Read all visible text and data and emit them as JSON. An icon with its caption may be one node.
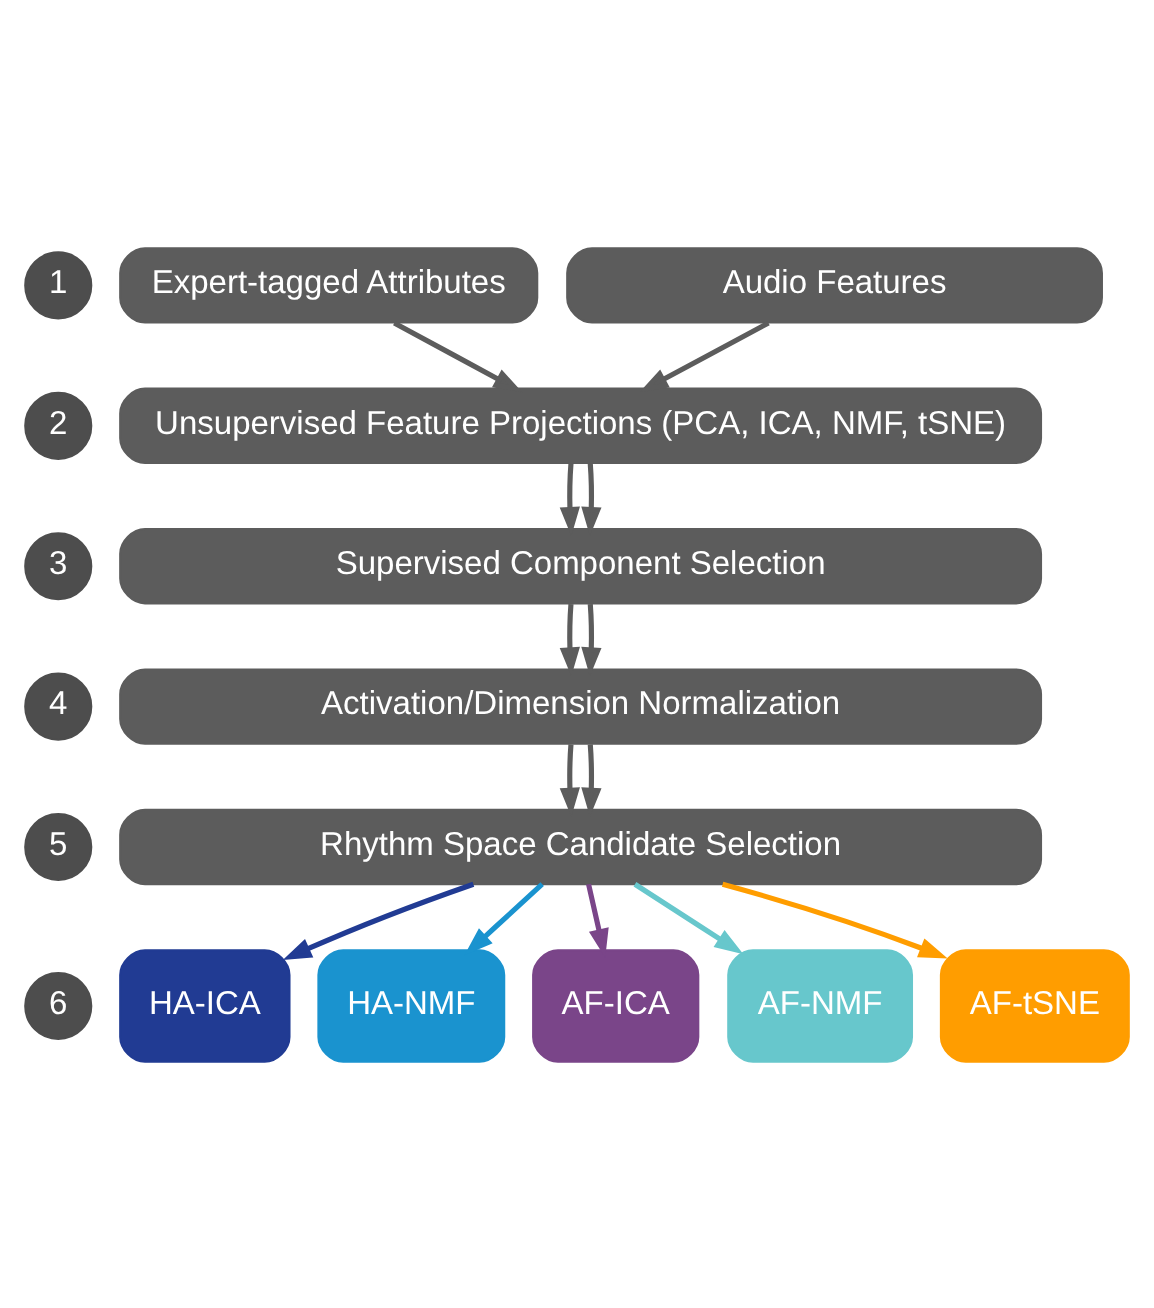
{
  "diagram": {
    "nodes": [
      {
        "text": [
          "1"
        ]
      },
      {
        "text": [
          "Expert-tagged Attributes"
        ]
      },
      {
        "text": [
          "Audio Features"
        ]
      },
      {
        "text": [
          "2"
        ]
      },
      {
        "text": [
          "Unsupervised Feature Projections (PCA, ICA, NMF, tSNE)"
        ]
      },
      {
        "text": [
          "3"
        ]
      },
      {
        "text": [
          "Supervised Component Selection"
        ]
      },
      {
        "text": [
          "4"
        ]
      },
      {
        "text": [
          "Activation/Dimension Normalization"
        ]
      },
      {
        "text": [
          "5"
        ]
      },
      {
        "text": [
          "Rhythm Space Candidate Selection"
        ]
      },
      {
        "text": [
          "6"
        ]
      },
      {
        "text": [
          "HA-ICA"
        ]
      },
      {
        "text": [
          "HA-NMF"
        ]
      },
      {
        "text": [
          "AF-ICA"
        ]
      },
      {
        "text": [
          "AF-NMF"
        ]
      },
      {
        "text": [
          "AF-tSNE"
        ]
      }
    ],
    "edges": [
      {
        "from": 1,
        "to": 4,
        "arrow": "to"
      },
      {
        "from": 2,
        "to": 4,
        "arrow": "to"
      },
      {
        "from": 4,
        "to": 6,
        "arrow": "to"
      },
      {
        "from": 4,
        "to": 6,
        "arrow": "to"
      },
      {
        "from": 6,
        "to": 8,
        "arrow": "to"
      },
      {
        "from": 6,
        "to": 8,
        "arrow": "to"
      },
      {
        "from": 8,
        "to": 10,
        "arrow": "to"
      },
      {
        "from": 8,
        "to": 10,
        "arrow": "to"
      },
      {
        "from": 10,
        "to": 12,
        "arrow": "to",
        "color": "#213b93"
      },
      {
        "from": 10,
        "to": 13,
        "arrow": "to",
        "color": "#1a93cf"
      },
      {
        "from": 10,
        "to": 14,
        "arrow": "to",
        "color": "#7a4589"
      },
      {
        "from": 10,
        "to": 15,
        "arrow": "to",
        "color": "#67c7cc"
      },
      {
        "from": 10,
        "to": 16,
        "arrow": "to",
        "color": "#ff9d00"
      }
    ]
  }
}
